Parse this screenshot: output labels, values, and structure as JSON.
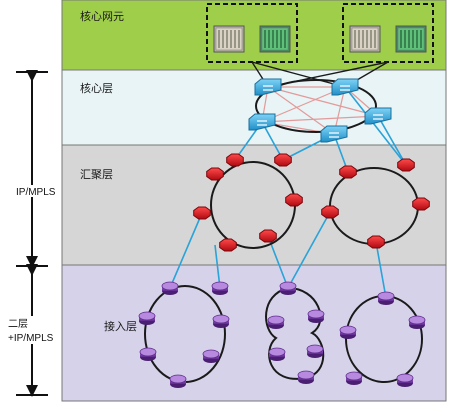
{
  "layers": {
    "core_ne": {
      "label": "核心网元",
      "color": "#9fcf4a"
    },
    "core": {
      "label": "核心层",
      "color": "#e8f4f6"
    },
    "agg": {
      "label": "汇聚层",
      "color": "#d6d6d6"
    },
    "access": {
      "label": "接入层",
      "color": "#d6d2ea"
    }
  },
  "side_labels": {
    "ip_mpls": "IP/MPLS",
    "l2_line1": "二层",
    "l2_line2": "+IP/MPLS"
  },
  "colors": {
    "link": "#29a3d8",
    "mesh": "#e39a9a",
    "router_red": "#d4101b",
    "node_purple": "#7d3fb0",
    "switch_blue": "#2fa9e0",
    "ring": "#1a1a1a",
    "dash_box": "#111111"
  },
  "icons": {
    "server": "server-rack-icon",
    "core_switch": "core-switch-icon",
    "agg_router": "aggregation-router-icon",
    "access_node": "access-node-icon"
  }
}
